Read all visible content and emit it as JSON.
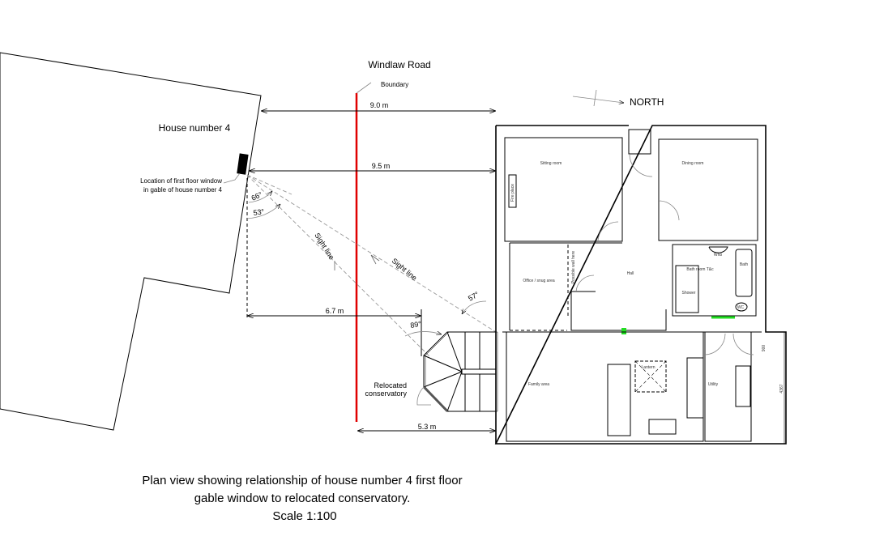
{
  "road": "Windlaw Road",
  "boundary_label": "Boundary",
  "north_label": "NORTH",
  "house4_label": "House number 4",
  "window_label": [
    "Location of first floor window",
    "in gable of house number 4"
  ],
  "dimensions": {
    "d1": "9.0 m",
    "d2": "9.5 m",
    "d3": "6.7 m",
    "d4": "5.3 m",
    "side": "4367"
  },
  "angles": {
    "a1": "66°",
    "a2": "53°",
    "a3": "57°",
    "a4": "89°"
  },
  "sight_line": "Sight line",
  "conservatory_label": [
    "Relocated",
    "conservatory"
  ],
  "rooms": {
    "sitting": "Sitting room",
    "fireplace": "Fire place",
    "dining": "Dining room",
    "office": "Office / snug area",
    "wall": "Possible wall here",
    "hall": "Hall",
    "bathroom": "Bath room T&c",
    "whb": "Whb",
    "bath": "Bath",
    "shower": "Shower",
    "wc": "WC",
    "family": "Family area",
    "lantern": "Lantern",
    "utility": "Utility",
    "small": "900"
  },
  "caption": [
    "Plan view showing relationship of house number 4 first floor",
    "gable window to relocated conservatory.",
    "Scale 1:100"
  ],
  "colors": {
    "boundary": "#e00000",
    "vent": "#22dd22"
  }
}
